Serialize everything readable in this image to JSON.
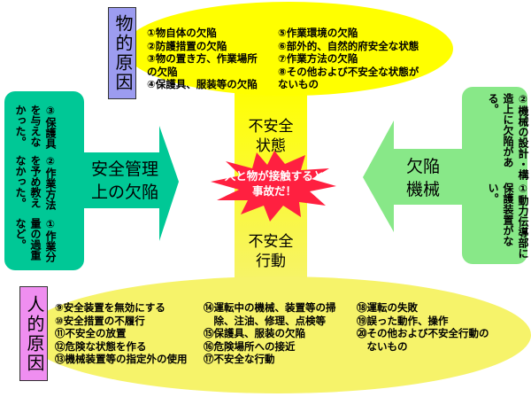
{
  "physical": {
    "label": "物的原因",
    "col1": [
      "①物自体の欠陥",
      "②防護措置の欠陥",
      "③物の置き方、作業場所",
      "の欠陥",
      "④保護具、服装等の欠陥"
    ],
    "col2": [
      "⑤作業環境の欠陥",
      "⑥部外的、自然的府安全な状態",
      "⑦作業方法の欠陥",
      "⑧その他および不安全な状態が",
      "ないもの"
    ]
  },
  "unsafe_state": [
    "不安全",
    "状態"
  ],
  "unsafe_action": [
    "不安全",
    "行動"
  ],
  "center": [
    "人と物が接触すると",
    "事故だ！"
  ],
  "management": {
    "label": [
      "安全管理",
      "上の欠陥"
    ],
    "items": [
      "③保護具を与えなかった。",
      "②作業方法を予め教えなかった。",
      "①作業分量の過重など。"
    ]
  },
  "machine": {
    "label": [
      "欠陥",
      "機械"
    ],
    "items": [
      "②機械の設計・構造上に欠陥がある。",
      "①動力伝導部に保護装置がない。"
    ]
  },
  "human": {
    "label": "人的原因",
    "col1": [
      "⑨安全装置を無効にする",
      "⑩安全措置の不履行",
      "⑪不安全の放置",
      "⑫危険な状態を作る",
      "⑬機械装置等の指定外の使用"
    ],
    "col2": [
      "⑭運転中の機械、装置等の掃",
      "　除、注油、修理、点検等",
      "⑮保護具、服装の欠陥",
      "⑯危険場所への接近",
      "⑰不安全な行動"
    ],
    "col3": [
      "⑱運転の失敗",
      "⑲誤った動作、操作",
      "⑳その他および不安全行動の",
      "　ないもの"
    ]
  },
  "colors": {
    "yellow": "#ffff00",
    "teal": "#00c896",
    "green": "#88e888",
    "burst": "#ff2040",
    "blue_label": "#9c9cf0",
    "pink_label": "#ef8ef0"
  }
}
